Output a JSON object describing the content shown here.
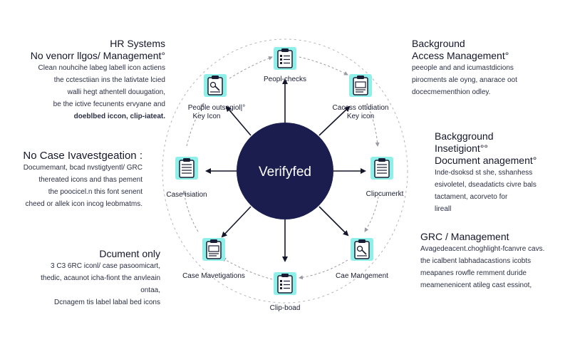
{
  "diagram": {
    "hub": {
      "label": "Verifyfed"
    },
    "nodes": [
      {
        "id": "people-checks",
        "lines": [
          "Peopl-checks"
        ],
        "icon": "clipboard-checklist-icon"
      },
      {
        "id": "access-key",
        "lines": [
          "Cacess ottidiation",
          "Key icon"
        ],
        "icon": "clipboard-chart-icon"
      },
      {
        "id": "clipcumerkt",
        "lines": [
          "Clipcumerkt"
        ],
        "icon": "clipboard-document-icon"
      },
      {
        "id": "cae-mangement",
        "lines": [
          "Cae Mangement"
        ],
        "icon": "clipboard-image-icon"
      },
      {
        "id": "clip-boad",
        "lines": [
          "Clip-boad"
        ],
        "icon": "clipboard-list-icon"
      },
      {
        "id": "case-mavetigations",
        "lines": [
          "Case Mavetigations"
        ],
        "icon": "clipboard-gallery-icon"
      },
      {
        "id": "case-isiation",
        "lines": [
          "Case isiation"
        ],
        "icon": "clipboard-text-icon"
      },
      {
        "id": "people-key",
        "lines": [
          "People outsegiol|°",
          "Key Icon"
        ],
        "icon": "key-clipboard-icon"
      }
    ],
    "colors": {
      "hub": "#1a1d4e",
      "tile": "#8ff0ea",
      "icon_stroke": "#1a1d33",
      "arrow": "#14162b",
      "dashed": "#9a9ba3"
    }
  },
  "left_blocks": {
    "hr": {
      "title": "HR Systems",
      "subtitle": "No venorr llgos/ Management°",
      "lines": [
        "Clean nouhcihe labeg labell icon actiens",
        "the cctesctiian ins the lativtate lcied",
        "walli hegt athentell douugation,",
        "be the ictive fecunents ervyane and",
        "doeblbed iccon, clip-iateat."
      ]
    },
    "case": {
      "title_prefix": "No",
      "title_main": "Case Ivavestgeation :",
      "lines": [
        "Documemant, bcad nvstigtyentl/ GRC",
        "thereated icons and thas pement",
        "the poocicel.n this font senent",
        "cheed or allek icon incog leobmatms."
      ]
    },
    "doc": {
      "title": "Dcument only",
      "lines": [
        "3 C3 6RC iconl/ case pasoomicart,",
        "thedic, acaunot icha-fiont the anvleain",
        "ontaa,",
        "Dcnagem tis label labal bed icons"
      ]
    }
  },
  "right_blocks": {
    "bg_access": {
      "title": "Background",
      "subtitle": "Access Management°",
      "lines": [
        "peeople and and icumastdicions",
        "pirocments ale oyng, anarace oot",
        "docecmementhion odley."
      ]
    },
    "bg_inv": {
      "title": "Backgground",
      "subtitle": "Insetigiont°°",
      "subtitle2": "Document anagement°",
      "lines": [
        "Inde-dsoksd st she, sshanhess",
        "esivoletel, dseadaticts civre bals",
        "tactament, acorveto for",
        "lireall"
      ]
    },
    "grc": {
      "title": "GRC / Management",
      "lines": [
        "Avagedeacent.choghlight-fcanvre cavs.",
        "the icalbent labhadacastions icobts",
        "meapanes rowfle remment duride",
        "meamenenicent atileg cast essinot,"
      ]
    }
  }
}
